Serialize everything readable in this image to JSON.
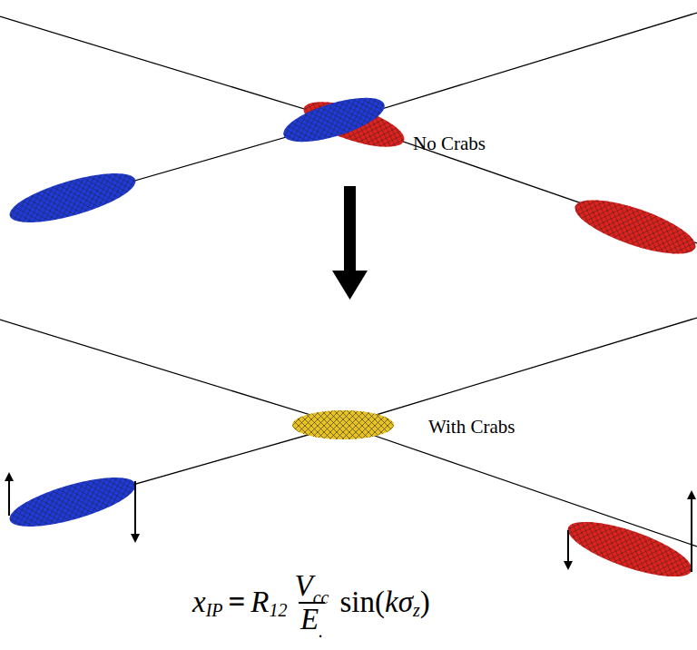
{
  "diagram": {
    "labels": [
      "No Crabs",
      "With Crabs",
      "x",
      "IP",
      "=",
      "R",
      "12",
      "V",
      "cc",
      "E",
      ".",
      "sin",
      "(",
      "k",
      "σ",
      "z",
      ")"
    ]
  }
}
